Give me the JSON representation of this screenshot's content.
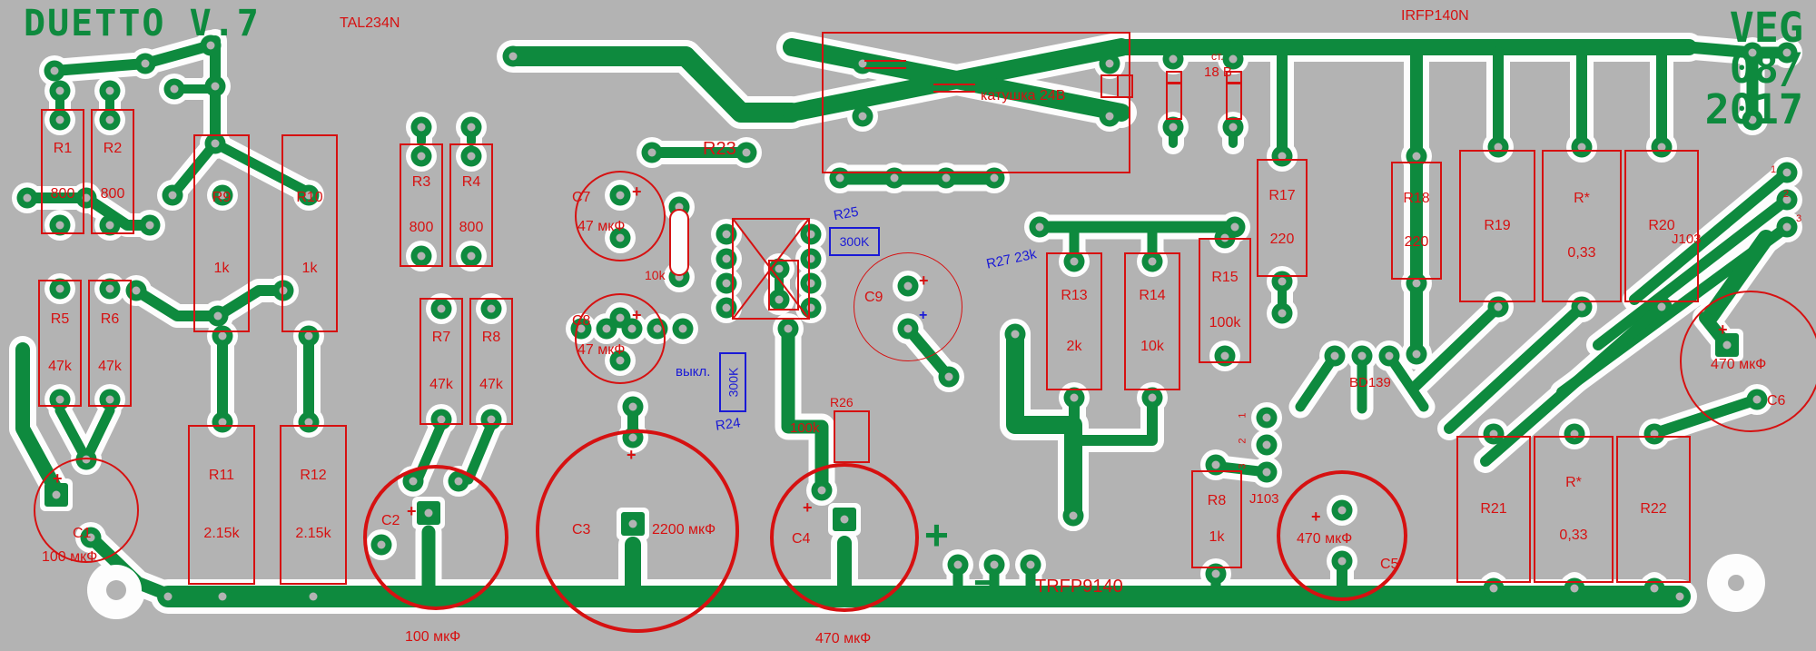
{
  "title": "DUETTO V.7",
  "signature": {
    "l1": "VEG",
    "l2": "08/",
    "l3": "2017"
  },
  "silk_texts": {
    "ic_name": "TAL234N",
    "mosfet_top": "IRFP140N",
    "mosfet_bottom": "TRFP9140",
    "coil": "катушка 24В",
    "zener_caption": "ст.",
    "zener_value": "18 В",
    "r23": "R23",
    "bd139": "BD139",
    "j103_a": "J103",
    "j103_b": "J103",
    "r26_ref": "R26",
    "r26_value": "100k",
    "r10k": "10k",
    "plus": "+",
    "minus": "−",
    "pin1": "1",
    "pin2": "2",
    "pin3": "3"
  },
  "blue_texts": {
    "r25_ref": "R25",
    "r25_value": "300K",
    "r27": "R27 23k",
    "r24_caption": "выкл.",
    "r24_value": "300K",
    "r24_ref": "R24",
    "c9_plus": "+"
  },
  "colors": {
    "board": "#b3b3b3",
    "copper": "#0e8a3e",
    "silk_red": "#d61111",
    "silk_blue": "#1a1ad6",
    "clearance": "#fdfdfd"
  },
  "resistors": [
    {
      "ref": "R1",
      "value": "800"
    },
    {
      "ref": "R2",
      "value": "800"
    },
    {
      "ref": "R3",
      "value": "800"
    },
    {
      "ref": "R4",
      "value": "800"
    },
    {
      "ref": "R5",
      "value": "47k"
    },
    {
      "ref": "R6",
      "value": "47k"
    },
    {
      "ref": "R7",
      "value": "47k"
    },
    {
      "ref": "R8",
      "value": "47k"
    },
    {
      "ref": "R9",
      "value": "1k"
    },
    {
      "ref": "R10",
      "value": "1k"
    },
    {
      "ref": "R11",
      "value": "2.15k"
    },
    {
      "ref": "R12",
      "value": "2.15k"
    },
    {
      "ref": "R13",
      "value": "2k"
    },
    {
      "ref": "R14",
      "value": "10k"
    },
    {
      "ref": "R15",
      "value": "100k"
    },
    {
      "ref": "R17",
      "value": "220"
    },
    {
      "ref": "R18",
      "value": "220"
    },
    {
      "ref": "R19",
      "value": ""
    },
    {
      "ref": "R*",
      "value": "0,33"
    },
    {
      "ref": "R20",
      "value": ""
    },
    {
      "ref": "R21",
      "value": ""
    },
    {
      "ref": "R*",
      "value": "0,33"
    },
    {
      "ref": "R22",
      "value": ""
    },
    {
      "ref": "R8",
      "value": "1k"
    }
  ],
  "capacitors": [
    {
      "ref": "C1",
      "value": "100 мкФ"
    },
    {
      "ref": "C2",
      "value": "100 мкФ"
    },
    {
      "ref": "C3",
      "value": "2200 мкФ"
    },
    {
      "ref": "C4",
      "value": "470 мкФ"
    },
    {
      "ref": "C5",
      "value": "470 мкФ"
    },
    {
      "ref": "C6",
      "value": "470 мкФ"
    },
    {
      "ref": "C7",
      "value": "47 мкФ"
    },
    {
      "ref": "C8",
      "value": "47 мкФ"
    },
    {
      "ref": "C9",
      "value": ""
    }
  ]
}
